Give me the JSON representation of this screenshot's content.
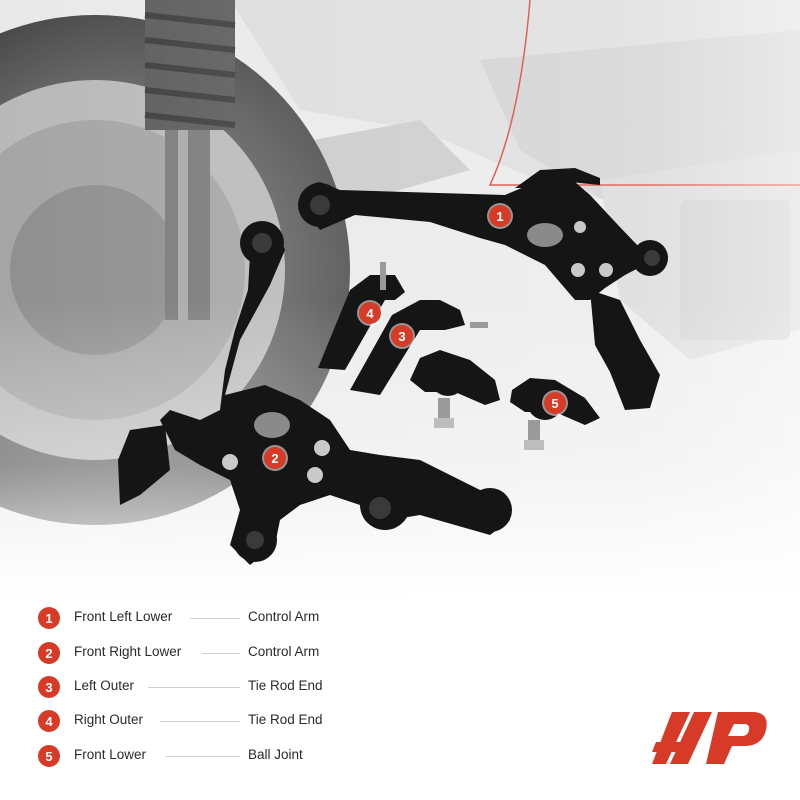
{
  "product": {
    "legend": [
      {
        "number": "1",
        "name": "Front Left Lower",
        "part": "Control Arm"
      },
      {
        "number": "2",
        "name": "Front Right Lower",
        "part": "Control Arm"
      },
      {
        "number": "3",
        "name": "Left Outer",
        "part": "Tie Rod End"
      },
      {
        "number": "4",
        "name": "Right Outer",
        "part": "Tie Rod End"
      },
      {
        "number": "5",
        "name": "Front Lower",
        "part": "Ball Joint"
      }
    ]
  },
  "colors": {
    "accent": "#d73a27",
    "text": "#2a2a2a",
    "part_black": "#151515",
    "background_gray": "#e6e6e6"
  },
  "icons": {
    "logo": "brand-logo-icon"
  }
}
